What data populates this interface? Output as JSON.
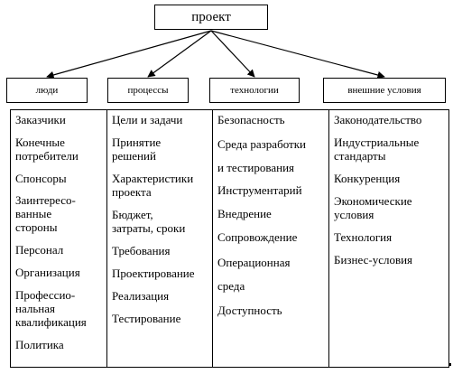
{
  "root": "проект",
  "categories": [
    "люди",
    "процессы",
    "технологии",
    "внешние условия"
  ],
  "columns": [
    [
      "Заказчики",
      "Конечные\nпотребители",
      "Спонсоры",
      "Заинтересо-\nванные\nстороны",
      "Персонал",
      "Организация",
      "Профессио-\nнальная\nквалификация",
      "Политика"
    ],
    [
      "Цели и задачи",
      "Принятие\nрешений",
      "Характеристики\nпроекта",
      "Бюджет,\nзатраты, сроки",
      "Требования",
      "Проектирование",
      "Реализация",
      "Тестирование"
    ],
    [
      "Безопасность",
      "Среда разработки\nи тестирования",
      "Инструментарий",
      "Внедрение",
      "Сопровождение",
      "Операционная\nсреда",
      "Доступность"
    ],
    [
      "Законодательство",
      "Индустриальные\nстандарты",
      "Конкуренция",
      "Экономические\nусловия",
      "Технология",
      "Бизнес-условия"
    ]
  ]
}
